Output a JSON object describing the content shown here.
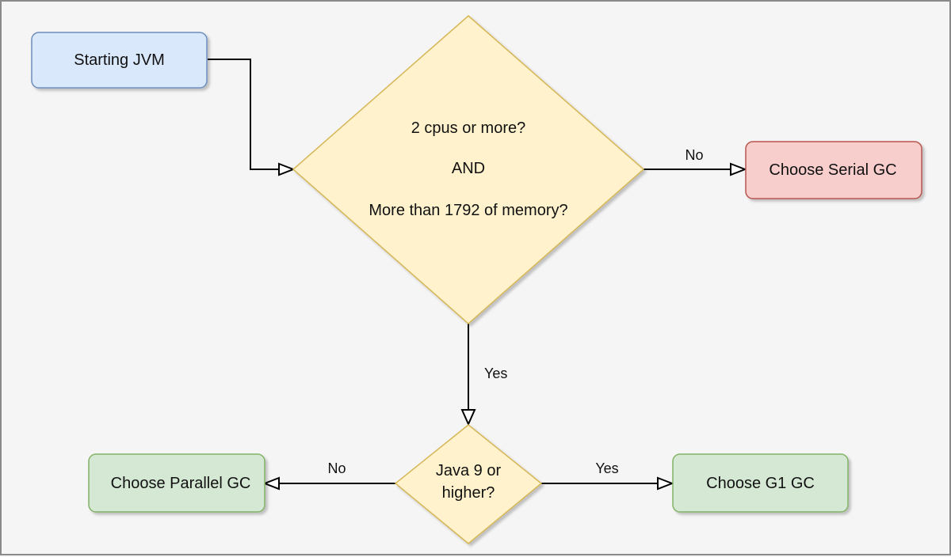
{
  "nodes": {
    "start": {
      "label": "Starting JVM",
      "fill": "#dae8fc",
      "stroke": "#6c8ebf"
    },
    "decision_cpu": {
      "lines": [
        "2 cpus or more?",
        "AND",
        "More than 1792 of memory?"
      ],
      "fill": "#fff2cc",
      "stroke": "#d6b656"
    },
    "serial": {
      "label": "Choose Serial GC",
      "fill": "#f8cecc",
      "stroke": "#b85450"
    },
    "decision_java": {
      "lines": [
        "Java 9 or",
        "higher?"
      ],
      "fill": "#fff2cc",
      "stroke": "#d6b656"
    },
    "parallel": {
      "label": "Choose Parallel GC",
      "fill": "#d5e8d4",
      "stroke": "#82b366"
    },
    "g1": {
      "label": "Choose G1 GC",
      "fill": "#d5e8d4",
      "stroke": "#82b366"
    }
  },
  "edges": {
    "cpu_no": "No",
    "cpu_yes": "Yes",
    "java_no": "No",
    "java_yes": "Yes"
  }
}
